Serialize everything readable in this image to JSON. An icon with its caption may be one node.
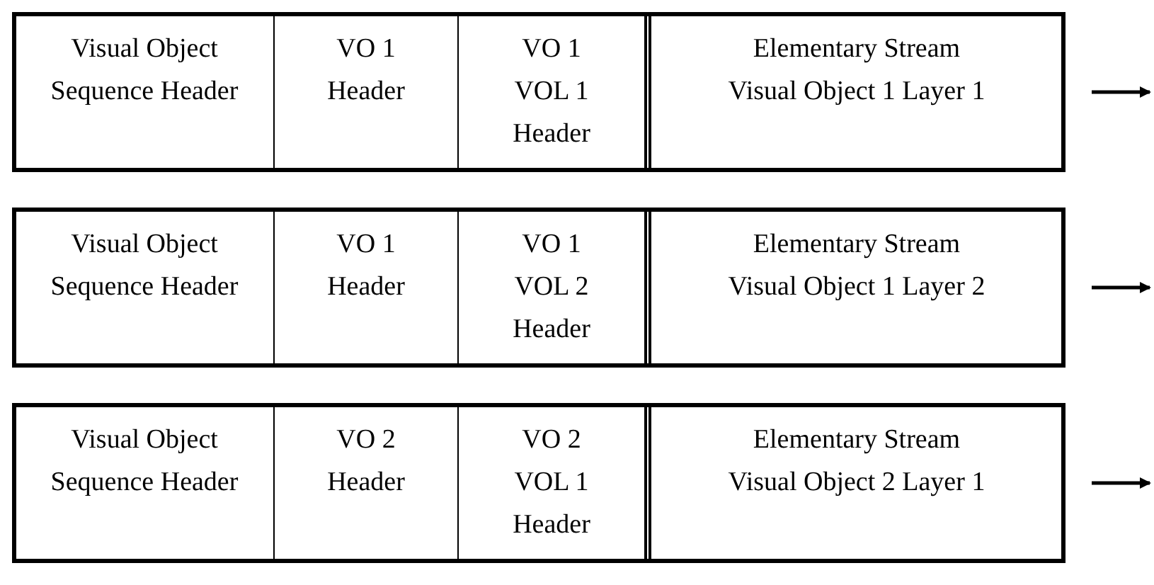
{
  "diagram": {
    "nodes": [
      {
        "text": [
          "Visual Object Sequence Header"
        ]
      },
      {
        "text": [
          "VO 1 Header"
        ]
      },
      {
        "text": [
          "VO 1 VOL 1 Header"
        ]
      },
      {
        "text": [
          "Elementary Stream Visual Object 1 Layer 1"
        ]
      },
      {
        "text": [
          "Visual Object Sequence Header"
        ]
      },
      {
        "text": [
          "VO 1 Header"
        ]
      },
      {
        "text": [
          "VO 1 VOL 2 Header"
        ]
      },
      {
        "text": [
          "Elementary Stream Visual Object 1 Layer 2"
        ]
      },
      {
        "text": [
          "Visual Object Sequence Header"
        ]
      },
      {
        "text": [
          "VO 2 Header"
        ]
      },
      {
        "text": [
          "VO 2 VOL 1 Header"
        ]
      },
      {
        "text": [
          "Elementary Stream Visual Object 2 Layer 1"
        ]
      }
    ]
  }
}
